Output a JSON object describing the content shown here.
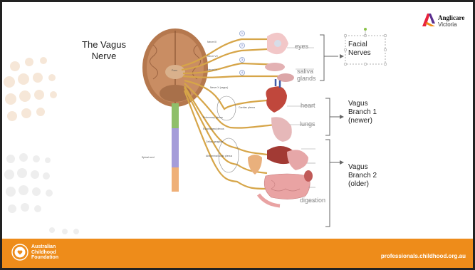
{
  "slide": {
    "title": "The Vagus Nerve",
    "logo": {
      "brand": "Anglicare",
      "sub": "Victoria"
    },
    "footer": {
      "org_line1": "Australian",
      "org_line2": "Childhood",
      "org_line3": "Foundation",
      "url": "professionals.childhood.org.au"
    }
  },
  "diagram": {
    "organ_labels": [
      "eyes",
      "saliva",
      "glands",
      "heart",
      "lungs",
      "digestion"
    ],
    "group_labels": {
      "facial": [
        "Facial",
        "Nerves"
      ],
      "branch1": [
        "Vagus",
        "Branch 1",
        "(newer)"
      ],
      "branch2": [
        "Vagus",
        "Branch 2",
        "(older)"
      ]
    },
    "small_labels": {
      "pons": "Pons",
      "nerve3": "Nerve III",
      "nerve7": "Nerve VII",
      "nerve9": "Nerve IX",
      "nerve10": "Nerve X (vagus)",
      "cardiac": "Cardiac plexus",
      "pulmonary": "Pulmonary plexus",
      "esophageal": "Esophageal plexus",
      "celiac": "Celiac ganglion",
      "abdominal": "Abdominal aortic plexus",
      "spinal": "Spinal cord"
    },
    "ganglion_numbers": [
      "1",
      "2",
      "3",
      "4"
    ]
  },
  "colors": {
    "footer": "#ee8c1a",
    "nerve": "#d6a548",
    "brain": "#b5784e",
    "spinal_green": "#8fbf6a",
    "spinal_purple": "#a59cd9",
    "spinal_orange": "#efb078"
  }
}
